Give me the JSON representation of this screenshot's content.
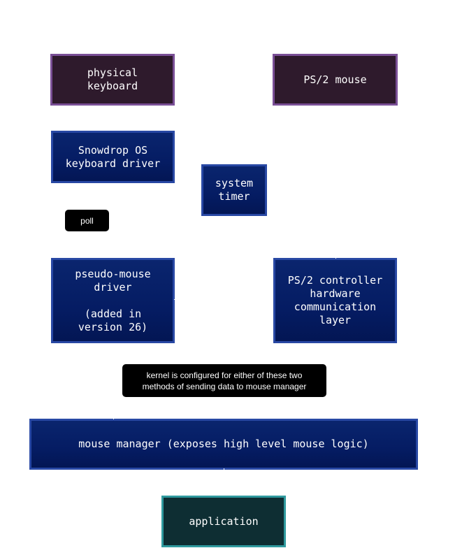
{
  "diagram": {
    "nodes": {
      "physical_keyboard": "physical\nkeyboard",
      "ps2_mouse": "PS/2 mouse",
      "keyboard_driver": "Snowdrop OS\nkeyboard driver",
      "system_timer": "system\ntimer",
      "pseudo_mouse_driver": "pseudo-mouse\ndriver\n\n(added in\nversion 26)",
      "ps2_controller": "PS/2 controller\nhardware\ncommunication\nlayer",
      "mouse_manager": "mouse manager (exposes high level mouse logic)",
      "application": "application"
    },
    "labels": {
      "poll": "poll",
      "kernel_config": "kernel is configured for either of these two\nmethods of sending data to mouse manager"
    }
  }
}
